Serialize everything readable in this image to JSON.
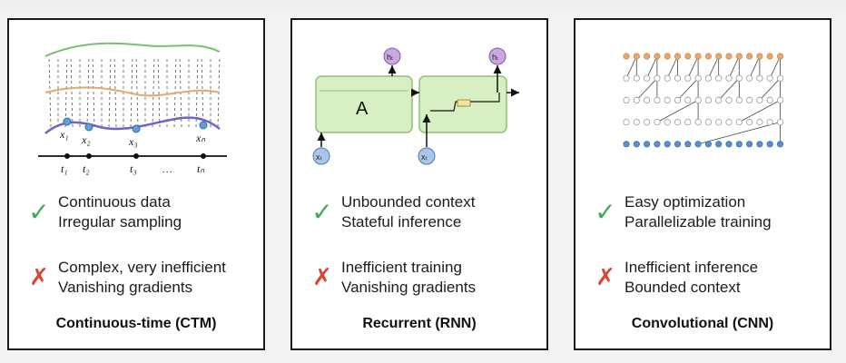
{
  "panels": [
    {
      "title": "Continuous-time (CTM)",
      "pros": [
        "Continuous data",
        "Irregular sampling"
      ],
      "cons": [
        "Complex, very inefficient",
        "Vanishing gradients"
      ],
      "figure": {
        "sample_labels": [
          "x₁",
          "x₂",
          "x₃",
          "xₙ"
        ],
        "time_labels": [
          "t₁",
          "t₂",
          "t₃",
          "…",
          "tₙ"
        ]
      }
    },
    {
      "title": "Recurrent (RNN)",
      "pros": [
        "Unbounded context",
        "Stateful inference"
      ],
      "cons": [
        "Inefficient training",
        "Vanishing gradients"
      ],
      "figure": {
        "cell_label": "A",
        "output_labels": [
          "hₜ",
          "hₜ"
        ],
        "input_labels": [
          "xₜ",
          "xₜ"
        ]
      }
    },
    {
      "title": "Convolutional (CNN)",
      "pros": [
        "Easy optimization",
        "Parallelizable training"
      ],
      "cons": [
        "Inefficient inference",
        "Bounded context"
      ],
      "figure": {
        "colors": {
          "top": "#e8a86c",
          "hidden": "#ffffff",
          "bottom": "#5b8fcf"
        }
      }
    }
  ],
  "marks": {
    "check": "✓",
    "cross": "✗"
  },
  "colors": {
    "check": "#3fa95b",
    "cross": "#d5452f"
  }
}
